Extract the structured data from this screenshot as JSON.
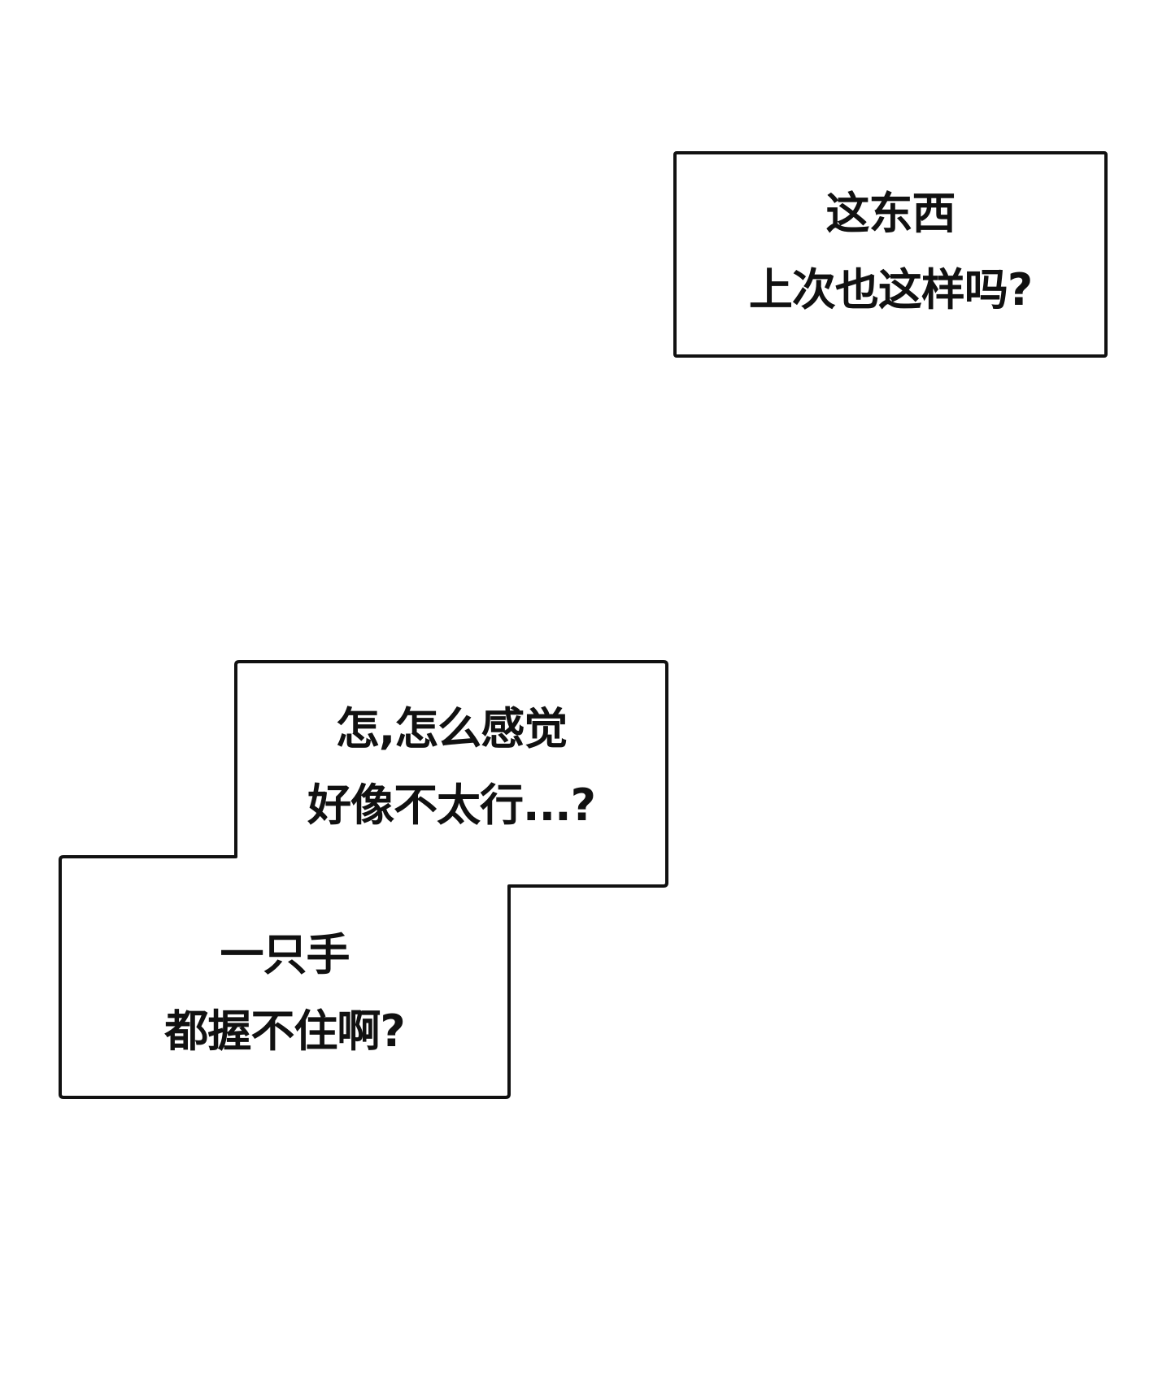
{
  "panels": [
    {
      "lines": [
        "这东西",
        "上次也这样吗?"
      ]
    },
    {
      "upper_lines": [
        "怎,怎么感觉",
        "好像不太行...?"
      ],
      "lower_lines": [
        "一只手",
        "都握不住啊?"
      ]
    }
  ],
  "colors": {
    "background": "#ffffff",
    "border": "#111111",
    "text": "#111111"
  }
}
